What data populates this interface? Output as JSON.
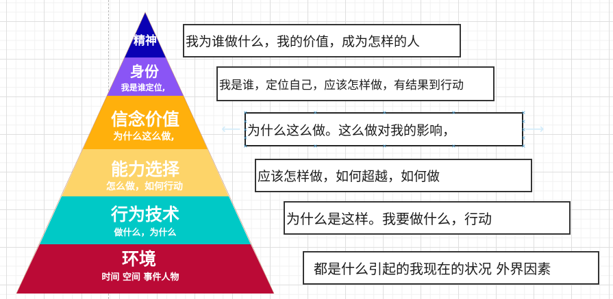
{
  "pyramid": {
    "layers": [
      {
        "title": "精神",
        "subtitle": "",
        "color": "#0a00b4"
      },
      {
        "title": "身份",
        "subtitle": "我是谁定位,",
        "color": "#8a55f5"
      },
      {
        "title": "信念价值",
        "subtitle": "为什么这么做,",
        "color": "#ffb00c"
      },
      {
        "title": "能力选择",
        "subtitle": "怎么做，如何行动",
        "color": "#fdd469"
      },
      {
        "title": "行为技术",
        "subtitle": "做什么，为什么",
        "color": "#00c9c6"
      },
      {
        "title": "环境",
        "subtitle": "时间 空间  事件人物",
        "color": "#bb0a36"
      }
    ]
  },
  "notes": [
    {
      "text": "我为谁做什么，我的价值，成为怎样的人"
    },
    {
      "text": "我是谁，定位自己，应该怎样做，有结果到行动"
    },
    {
      "text": "为什么这么做。这么做对我的影响，",
      "selected": true
    },
    {
      "text": "应该怎样做，如何超越，如何做"
    },
    {
      "text": "为什么是这样。我要做什么，行动"
    },
    {
      "text": "都是什么引起的我现在的状况  外界因素"
    }
  ],
  "icons": {
    "left_arrow": "⟵",
    "right_arrow": "⟶",
    "handle": "×"
  }
}
